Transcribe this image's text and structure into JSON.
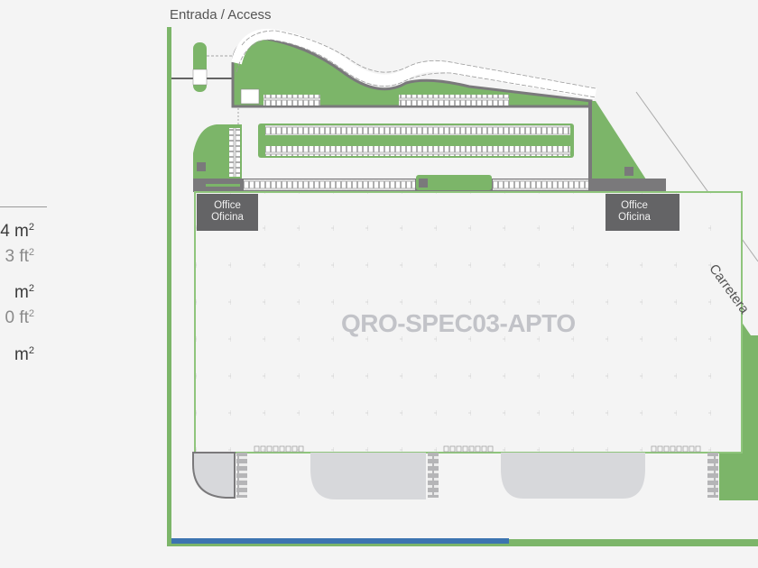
{
  "site_plan": {
    "entrance_label": "Entrada / Access",
    "building_name": "QRO-SPEC03-APTO",
    "road_label": "Carretera",
    "offices": [
      {
        "line1": "Office",
        "line2": "Oficina"
      },
      {
        "line1": "Office",
        "line2": "Oficina"
      }
    ]
  },
  "area_summary": {
    "items": [
      {
        "m2": "4 m",
        "ft2": "3 ft"
      },
      {
        "m2": " m",
        "ft2": "0 ft"
      },
      {
        "m2": " m"
      }
    ],
    "sup": "2"
  },
  "colors": {
    "background": "#f4f4f4",
    "green": "#7cb569",
    "gray": "#7a797b",
    "dark_gray": "#646466",
    "light_pad": "#d7d8db",
    "blue": "#3c74b0"
  }
}
